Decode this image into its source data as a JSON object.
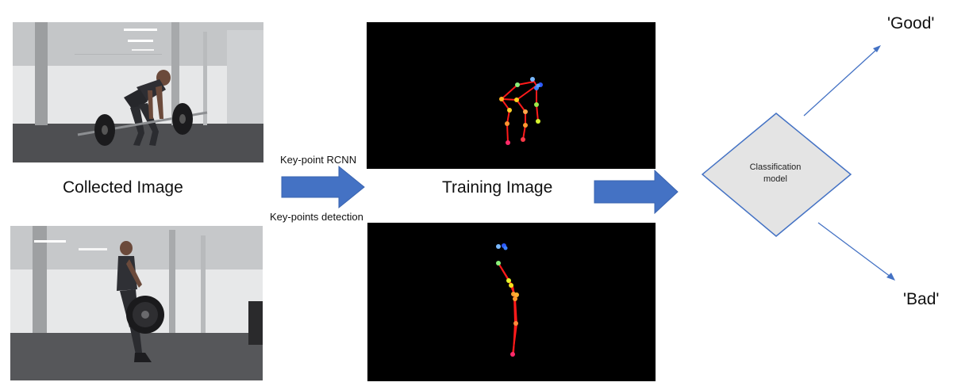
{
  "labels": {
    "collected_image": "Collected Image",
    "training_image": "Training Image",
    "keypoint_rcnn": "Key-point RCNN",
    "keypoints_detection": "Key-points detection",
    "classification_line1": "Classification",
    "classification_line2": "model",
    "good": "'Good'",
    "bad": "'Bad'"
  },
  "colors": {
    "arrow_blue": "#4472c4",
    "diamond_fill": "#e4e4e4",
    "diamond_stroke": "#4472c4",
    "skeleton_red": "#ff1a1a",
    "background_black": "#000000"
  }
}
